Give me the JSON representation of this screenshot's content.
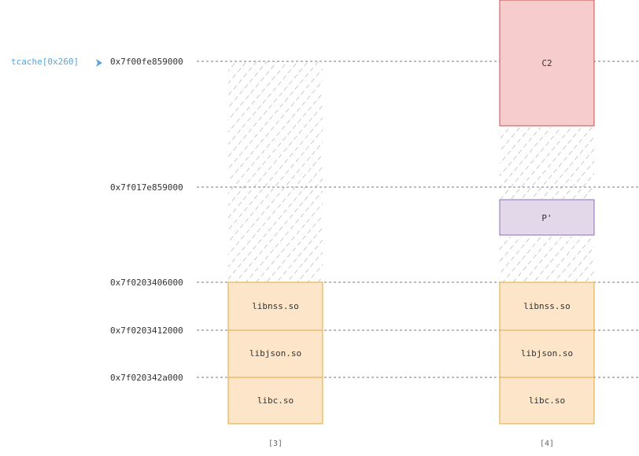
{
  "pointer": {
    "label": "tcache[0x260]",
    "color": "#5aa5d8",
    "target": "0x7f00fe859000"
  },
  "addresses": [
    "0x7f00fe859000",
    "0x7f017e859000",
    "0x7f0203406000",
    "0x7f0203412000",
    "0x7f020342a000"
  ],
  "columns": [
    {
      "label": "[3]",
      "blocks": [
        {
          "kind": "freed",
          "label": ""
        },
        {
          "kind": "lib",
          "label": "libnss.so"
        },
        {
          "kind": "lib",
          "label": "libjson.so"
        },
        {
          "kind": "lib",
          "label": "libc.so"
        }
      ]
    },
    {
      "label": "[4]",
      "blocks": [
        {
          "kind": "chunk",
          "label": "C2"
        },
        {
          "kind": "freed",
          "label": ""
        },
        {
          "kind": "chunk-small",
          "label": "P'"
        },
        {
          "kind": "freed",
          "label": ""
        },
        {
          "kind": "lib",
          "label": "libnss.so"
        },
        {
          "kind": "lib",
          "label": "libjson.so"
        },
        {
          "kind": "lib",
          "label": "libc.so"
        }
      ]
    }
  ],
  "colors": {
    "lib_fill": "#fde5c9",
    "lib_stroke": "#e0aa3a",
    "chunk_fill": "#f6cccc",
    "chunk_stroke": "#c0504d",
    "small_fill": "#e3d7ea",
    "small_stroke": "#8e6fb2",
    "hatch": "#999999"
  }
}
